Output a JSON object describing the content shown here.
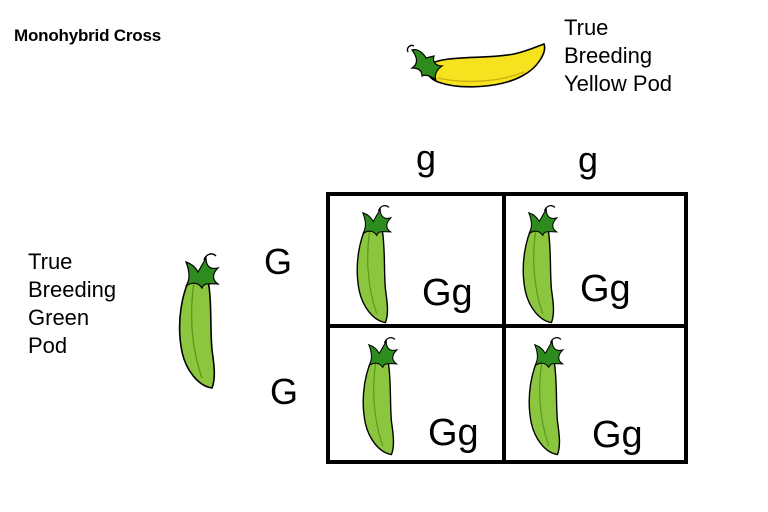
{
  "title": "Monohybrid Cross",
  "top_parent": {
    "lines": [
      "True",
      "Breeding",
      "Yellow Pod"
    ]
  },
  "left_parent": {
    "lines": [
      "True",
      "Breeding",
      "Green",
      "Pod"
    ]
  },
  "top_alleles": [
    "g",
    "g"
  ],
  "left_alleles": [
    "G",
    "G"
  ],
  "cells": [
    {
      "genotype": "Gg"
    },
    {
      "genotype": "Gg"
    },
    {
      "genotype": "Gg"
    },
    {
      "genotype": "Gg"
    }
  ],
  "colors": {
    "yellow_pod": "#f7e21f",
    "green_pod": "#8cc63f",
    "stem_green": "#2e8b1e",
    "outline": "#000000"
  },
  "icons": [
    "yellow-pea-pod-icon",
    "green-pea-pod-icon"
  ]
}
